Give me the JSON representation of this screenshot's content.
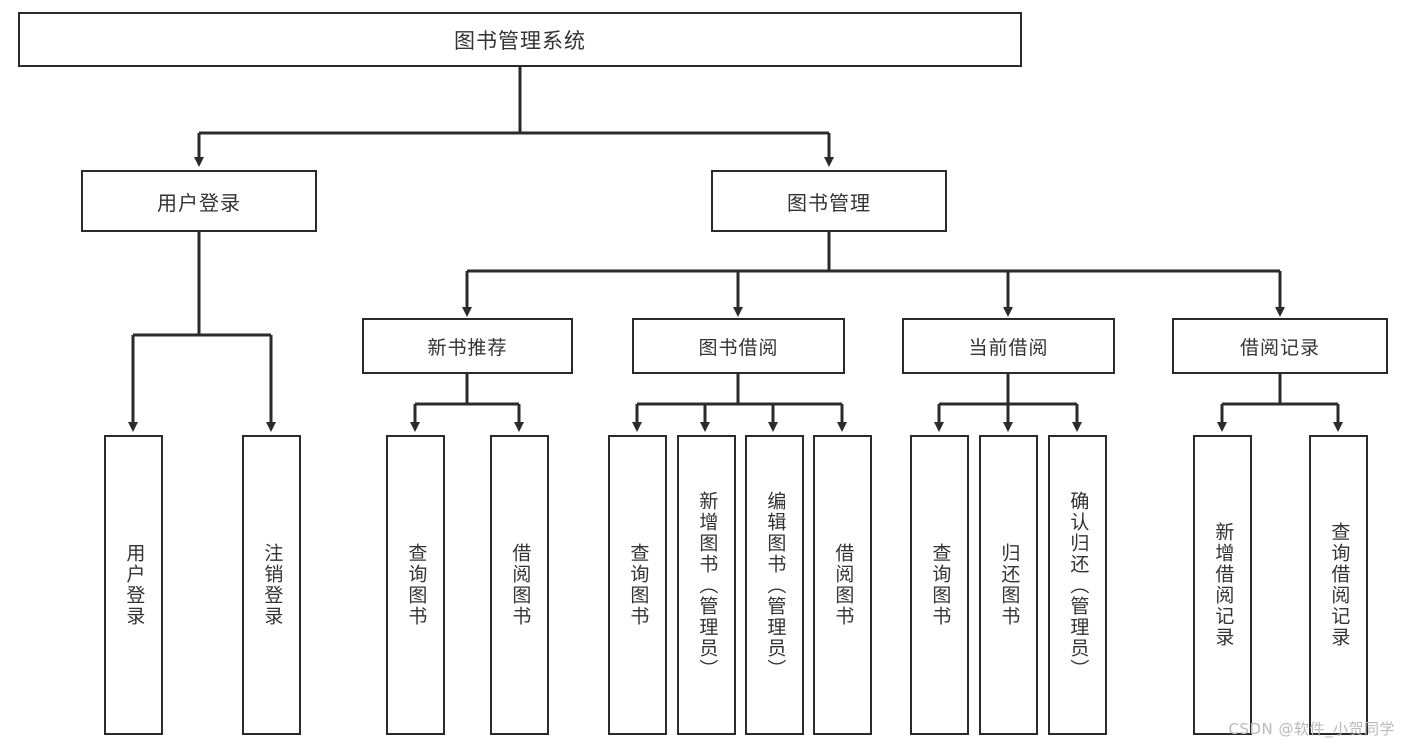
{
  "diagram": {
    "type": "tree",
    "title": "图书管理系统",
    "watermark": "CSDN @软件_小贺同学",
    "colors": {
      "border": "#2b2b2b",
      "text": "#333333",
      "background": "#ffffff",
      "connector": "#2b2b2b",
      "watermark": "#b9b9b9"
    },
    "nodes": {
      "root": {
        "label": "图书管理系统"
      },
      "level1": [
        {
          "label": "用户登录"
        },
        {
          "label": "图书管理"
        }
      ],
      "level2": [
        {
          "label": "新书推荐"
        },
        {
          "label": "图书借阅"
        },
        {
          "label": "当前借阅"
        },
        {
          "label": "借阅记录"
        }
      ],
      "leaves": {
        "user_login": [
          {
            "label": "用户登录"
          },
          {
            "label": "注销登录"
          }
        ],
        "new_book": [
          {
            "label": "查询图书"
          },
          {
            "label": "借阅图书"
          }
        ],
        "book_borrow": [
          {
            "label": "查询图书"
          },
          {
            "label": "新增图书（管理员）"
          },
          {
            "label": "编辑图书（管理员）"
          },
          {
            "label": "借阅图书"
          }
        ],
        "current_borrow": [
          {
            "label": "查询图书"
          },
          {
            "label": "归还图书"
          },
          {
            "label": "确认归还（管理员）"
          }
        ],
        "borrow_record": [
          {
            "label": "新增借阅记录"
          },
          {
            "label": "查询借阅记录"
          }
        ]
      }
    }
  }
}
